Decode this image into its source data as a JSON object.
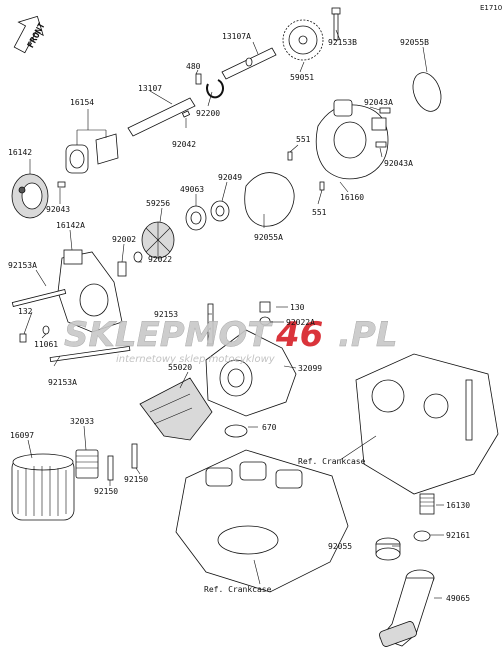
{
  "diagram_code": "E1710",
  "front_label": "FRONT",
  "watermark": {
    "brand_left": "SKLEPMOT",
    "brand_num": "46",
    "brand_right": ".PL",
    "tagline": "internetowy sklep motocyklowy",
    "color_gray": "#c8c8c8",
    "color_red": "#d61f26"
  },
  "labels": {
    "l13107A": "13107A",
    "l92153B": "92153B",
    "l92055B": "92055B",
    "l480": "480",
    "l13107": "13107",
    "l59051": "59051",
    "l16154": "16154",
    "l92200": "92200",
    "l92043A_1": "92043A",
    "l16142": "16142",
    "l92042": "92042",
    "l551_1": "551",
    "l92043A_2": "92043A",
    "l92049": "92049",
    "l92043": "92043",
    "l49063": "49063",
    "l16142A": "16142A",
    "l59256": "59256",
    "l16160": "16160",
    "l551_2": "551",
    "l92002": "92002",
    "l92055A": "92055A",
    "l92153A_1": "92153A",
    "l92022": "92022",
    "l130": "130",
    "l92153": "92153",
    "l92022A": "92022A",
    "l132": "132",
    "l11061": "11061",
    "l32099": "32099",
    "l92153A_2": "92153A",
    "l55020": "55020",
    "l670": "670",
    "l32033": "32033",
    "l16097": "16097",
    "l92150_1": "92150",
    "l92150_2": "92150",
    "l16130": "16130",
    "l92055": "92055",
    "l92161": "92161",
    "l49065": "49065",
    "ref_crankcase_1": "Ref. Crankcase",
    "ref_crankcase_2": "Ref. Crankcase"
  }
}
